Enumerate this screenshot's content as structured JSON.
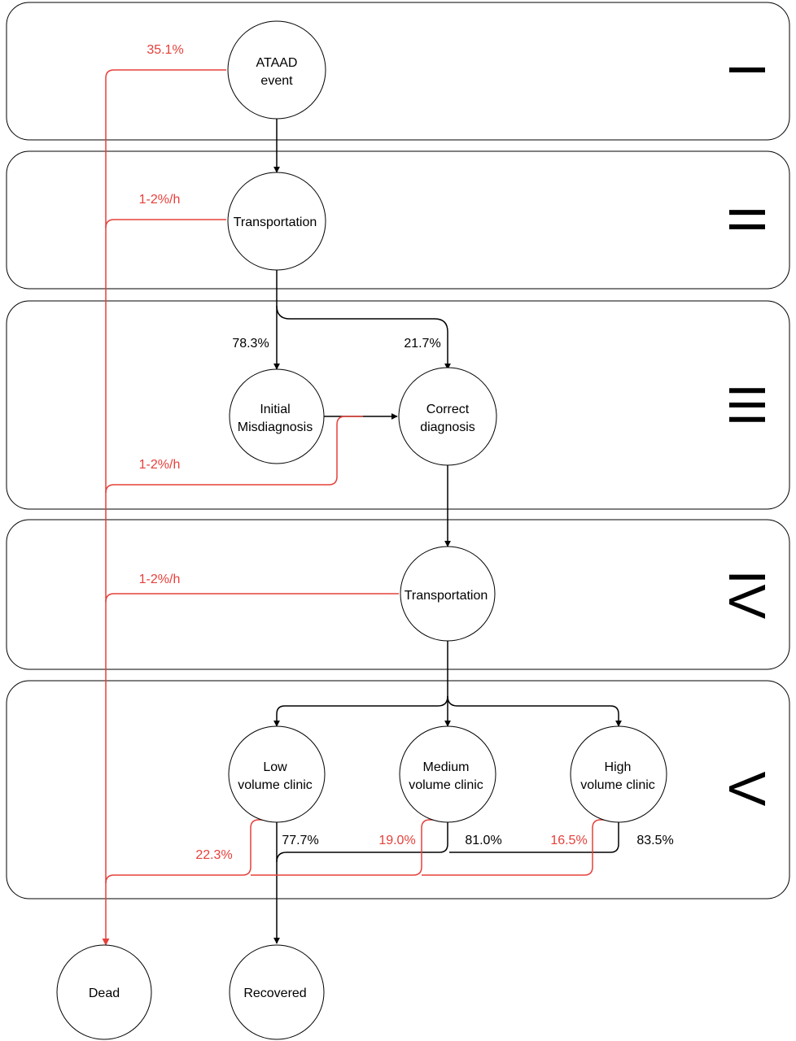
{
  "colors": {
    "flow": "#000000",
    "death": "#e5403a",
    "panel_border": "#000000",
    "background": "#ffffff"
  },
  "stages": [
    "I",
    "II",
    "III",
    "IV",
    "V"
  ],
  "nodes": {
    "ataad_event": [
      "ATAAD",
      "event"
    ],
    "transportation_1": [
      "Transportation"
    ],
    "initial_misdiagnosis": [
      "Initial",
      "Misdiagnosis"
    ],
    "correct_diagnosis": [
      "Correct",
      "diagnosis"
    ],
    "transportation_2": [
      "Transportation"
    ],
    "low_volume_clinic": [
      "Low",
      "volume clinic"
    ],
    "medium_volume_clinic": [
      "Medium",
      "volume clinic"
    ],
    "high_volume_clinic": [
      "High",
      "volume clinic"
    ],
    "dead": [
      "Dead"
    ],
    "recovered": [
      "Recovered"
    ]
  },
  "edge_labels": {
    "death_stage1": "35.1%",
    "death_stage2": "1-2%/h",
    "to_misdiagnosis": "78.3%",
    "to_correct_diagnosis": "21.7%",
    "death_stage3": "1-2%/h",
    "death_stage4": "1-2%/h",
    "low_death": "22.3%",
    "low_recovered": "77.7%",
    "medium_death": "19.0%",
    "medium_recovered": "81.0%",
    "high_death": "16.5%",
    "high_recovered": "83.5%"
  }
}
